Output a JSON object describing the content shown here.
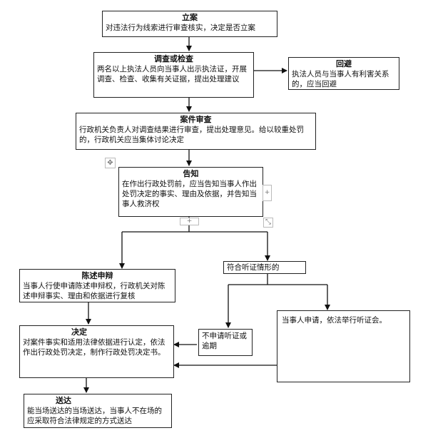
{
  "boxes": {
    "lian": {
      "title": "立案",
      "body": "对违法行为线索进行审查核实，决定是否立案"
    },
    "diaocha": {
      "title": "调查或检查",
      "body": "两名以上执法人员向当事人出示执法证，开展调查、检查、收集有关证据，提出处理建议"
    },
    "huibi": {
      "title": "回避",
      "body": "执法人员与当事人有利害关系的，应当回避"
    },
    "shencha": {
      "title": "案件审查",
      "body": "行政机关负责人对调查结果进行审查，提出处理意见。给以较重处罚的，行政机关应当集体讨论决定"
    },
    "gaozhi": {
      "title": "告知",
      "body": "在作出行政处罚前，应当告知当事人作出处罚决定的事实、理由及依据，并告知当事人救济权"
    },
    "tingzheng_cond": {
      "body": "符合听证情形的"
    },
    "chenshu": {
      "title": "陈述申辩",
      "body": "当事人行使申请陈述申辩权，行政机关对陈述申辩事实、理由和依据进行复核"
    },
    "no_apply": {
      "body": "不申请听证或逾期"
    },
    "apply": {
      "body": "当事人申请，依法举行听证会。"
    },
    "jueding": {
      "title": "决定",
      "body": "对案件事实和适用法律依据进行认定，依法作出行政处罚决定，制作行政处罚决定书。"
    },
    "songda": {
      "title": "送达",
      "body": "能当场送达的当场送达，当事人不在场的应采取符合法律规定的方式送达"
    }
  },
  "editor_glyphs": {
    "move": "✥",
    "plus": "+",
    "resize": "⤡"
  }
}
